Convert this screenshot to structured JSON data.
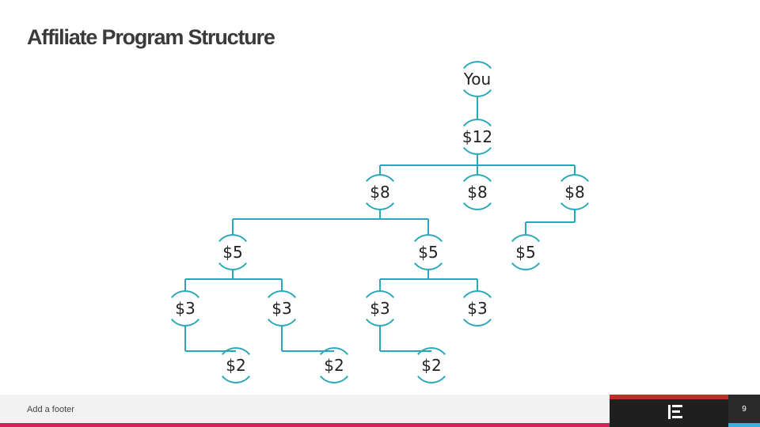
{
  "slide": {
    "title": "Affiliate Program Structure",
    "footer": "Add a footer",
    "page_number": "9"
  },
  "colors": {
    "connector": "#2aa7b8",
    "node_arc": "#2aa7b8",
    "footer_accent": "#d6205c",
    "logo_red": "#c42a2a",
    "logo_blue": "#3ab0d8"
  },
  "tree": {
    "nodes": [
      {
        "id": "you",
        "label": "You"
      },
      {
        "id": "l1",
        "label": "$12"
      },
      {
        "id": "l2a",
        "label": "$8"
      },
      {
        "id": "l2b",
        "label": "$8"
      },
      {
        "id": "l2c",
        "label": "$8"
      },
      {
        "id": "l3a",
        "label": "$5"
      },
      {
        "id": "l3b",
        "label": "$5"
      },
      {
        "id": "l3c",
        "label": "$5"
      },
      {
        "id": "l4a",
        "label": "$3"
      },
      {
        "id": "l4b",
        "label": "$3"
      },
      {
        "id": "l4c",
        "label": "$3"
      },
      {
        "id": "l4d",
        "label": "$3"
      },
      {
        "id": "l5a",
        "label": "$2"
      },
      {
        "id": "l5b",
        "label": "$2"
      },
      {
        "id": "l5c",
        "label": "$2"
      }
    ],
    "edges": [
      [
        "you",
        "l1"
      ],
      [
        "l1",
        "l2a"
      ],
      [
        "l1",
        "l2b"
      ],
      [
        "l1",
        "l2c"
      ],
      [
        "l2a",
        "l3a"
      ],
      [
        "l2a",
        "l3b"
      ],
      [
        "l2c",
        "l3c"
      ],
      [
        "l3a",
        "l4a"
      ],
      [
        "l3a",
        "l4b"
      ],
      [
        "l3b",
        "l4c"
      ],
      [
        "l3b",
        "l4d"
      ],
      [
        "l4a",
        "l5a"
      ],
      [
        "l4b",
        "l5b"
      ],
      [
        "l4c",
        "l5c"
      ]
    ]
  }
}
